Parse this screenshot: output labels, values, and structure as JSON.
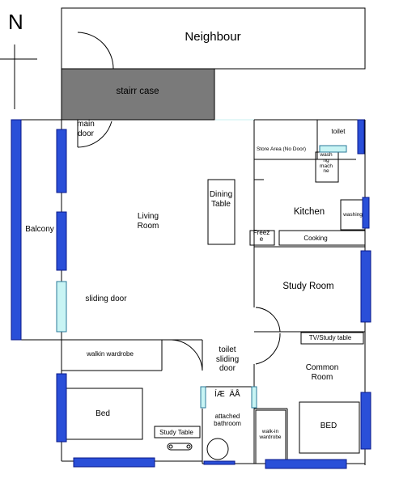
{
  "compass": {
    "label": "N"
  },
  "rooms": {
    "neighbour": "Neighbour",
    "staircase": "stairr case",
    "main_door": "main\ndoor",
    "balcony": "Balcony",
    "living_room": "Living\nRoom",
    "sliding_door": "sliding door",
    "dining_table": "Dining\nTable",
    "toilet": "toilet",
    "store_area": "Store Area (No Door)",
    "washing_machine": "wash\nng\nmach\nne",
    "kitchen": "Kitchen",
    "washing": "washing",
    "freeze": "Freez\ne",
    "cooking": "Cooking",
    "study_room": "Study Room",
    "tv_study_table": "TV/Study table",
    "common_room": "Common\nRoom",
    "walkin_wardrobe": "walkin wardrobe",
    "bed_left": "Bed",
    "study_table": "Study Table",
    "toilet_sliding_door": "toilet\nsliding\ndoor",
    "glyphs": "ÍÆ  ÄÅ",
    "attached_bathroom": "attached\nbathroom",
    "walkin_wardrobe_right": "walk-in\nwardrobe",
    "bed_right": "BED"
  },
  "colors": {
    "window_blue": "#2a4fd8",
    "window_dark": "#0a1a8a",
    "staircase_gray": "#7a7a7a",
    "glass_cyan": "#c8f4f4",
    "glass_line": "#2a7a9a",
    "wall": "#000000"
  }
}
